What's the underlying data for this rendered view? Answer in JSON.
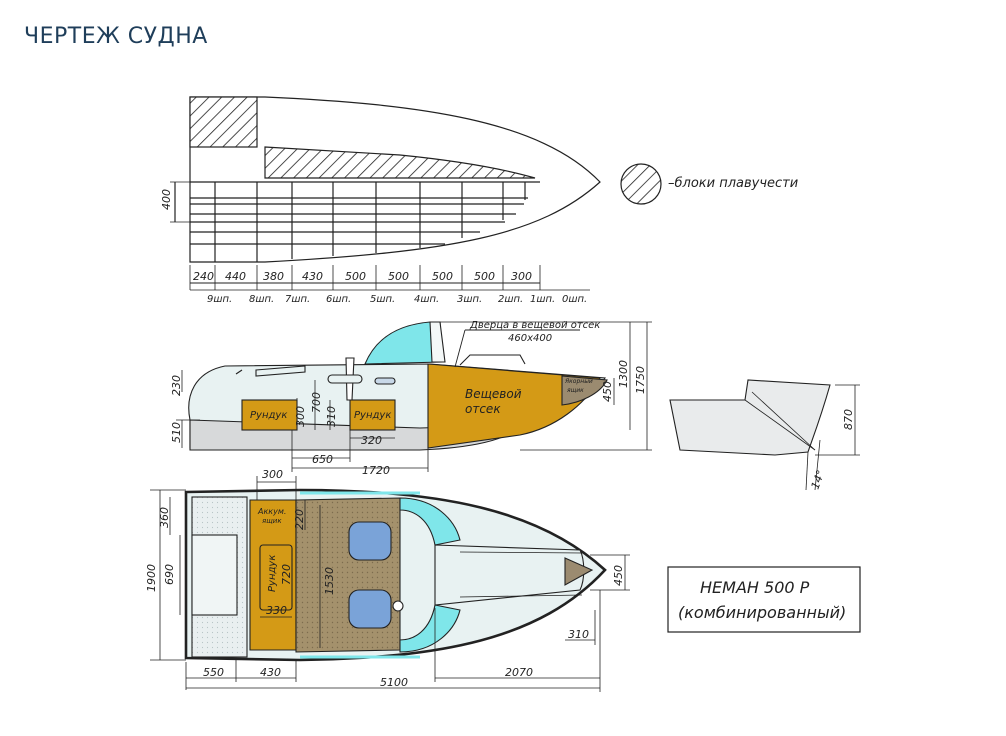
{
  "title": "ЧЕРТЕЖ СУДНА",
  "legend": {
    "label": "–блоки плавучести"
  },
  "colors": {
    "hatch": "#222222",
    "cabinet": "#d49a16",
    "locker": "#9b8b70",
    "seats": "#7aa3d8",
    "hull": "#e6f1f1",
    "windshield": "#7fe6ea",
    "line": "#222222"
  },
  "top_view": {
    "dims": [
      "240",
      "440",
      "380",
      "430",
      "500",
      "500",
      "500",
      "500",
      "300"
    ],
    "frames": [
      "9шп.",
      "8шп.",
      "7шп.",
      "6шп.",
      "5шп.",
      "4шп.",
      "3шп.",
      "2шп.",
      "1шп.",
      "0шп."
    ],
    "height_dim": "400"
  },
  "side_view": {
    "door_label": "Дверца в вещевой отсек",
    "door_size": "460x400",
    "storage_label_1": "Вещевой",
    "storage_label_2": "отсек",
    "locker_label_1": "Рундук",
    "locker_label_2": "Рундук",
    "anchor_label_1": "Якорный",
    "anchor_label_2": "ящик",
    "dims": {
      "d230": "230",
      "d510": "510",
      "d300": "300",
      "d700": "700",
      "d310": "310",
      "d320": "320",
      "d650": "650",
      "d1720": "1720",
      "d450": "450",
      "d1300": "1300",
      "d1750": "1750"
    }
  },
  "section_view": {
    "d870": "870",
    "angle": "14°"
  },
  "plan_view": {
    "battery_label_1": "Аккум.",
    "battery_label_2": "ящик",
    "locker_label": "Рундук",
    "dims": {
      "d300": "300",
      "d360": "360",
      "d1900": "1900",
      "d690": "690",
      "d220": "220",
      "d720": "720",
      "d1530": "1530",
      "d330": "330",
      "d550": "550",
      "d430": "430",
      "d5100": "5100",
      "d2070": "2070",
      "d450": "450",
      "d310": "310"
    }
  },
  "model_box": {
    "line1": "НЕМАН 500 Р",
    "line2": "(комбинированный)"
  }
}
